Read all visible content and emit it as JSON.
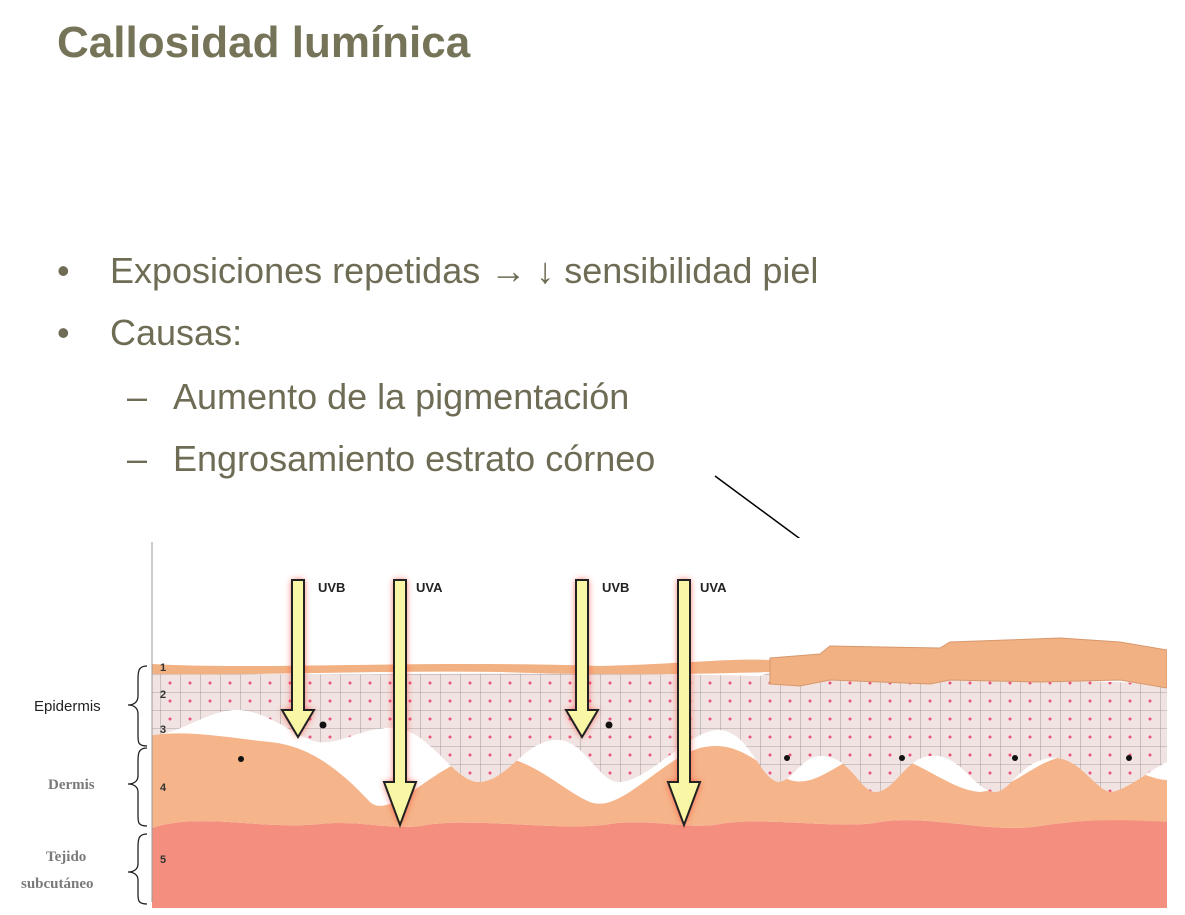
{
  "slide": {
    "title": "Callosidad lumínica",
    "bullets": [
      {
        "marker": "•",
        "text": "Exposiciones repetidas →  ↓ sensibilidad piel"
      },
      {
        "marker": "•",
        "text": "Causas:"
      },
      {
        "marker": "–",
        "text": "Aumento de la pigmentación"
      },
      {
        "marker": "–",
        "text": "Engrosamiento estrato córneo"
      }
    ]
  },
  "diagram": {
    "layer_labels": {
      "epidermis": "Epidermis",
      "dermis": "Dermis",
      "subcutaneous_line1": "Tejido",
      "subcutaneous_line2": "subcutáneo"
    },
    "layer_numbers": [
      "1",
      "2",
      "3",
      "4",
      "5"
    ],
    "rays": [
      "UVB",
      "UVA",
      "UVB",
      "UVA"
    ],
    "colors": {
      "text": "#767458",
      "stratum_corneum": "#f2b183",
      "epidermis_cells": "#f1e3e1",
      "cell_lines": "#8c8c8c",
      "cell_dots": "#e9527a",
      "dermis": "#f5b48a",
      "subcutaneous": "#f48e7e",
      "arrow_fill": "#f9f6a6",
      "arrow_glow": "#ff3c2a"
    }
  }
}
